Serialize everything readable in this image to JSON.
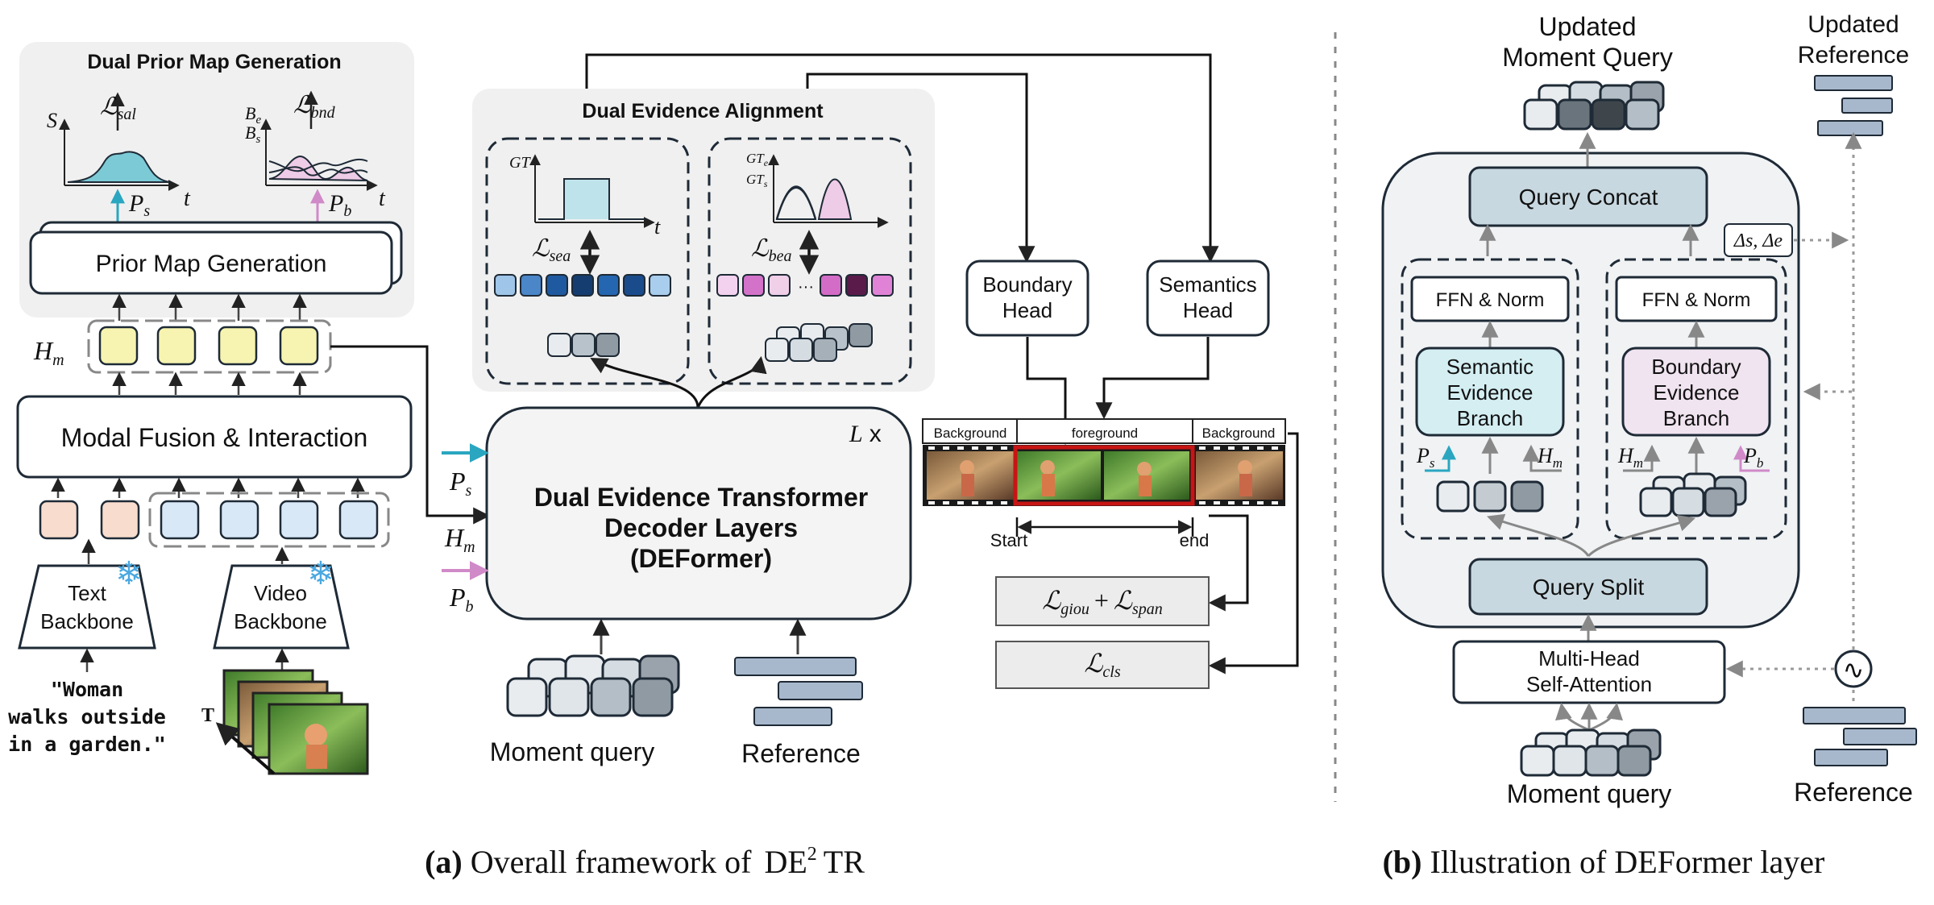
{
  "part_a": {
    "caption_prefix": "(a)",
    "caption_text": "Overall framework of",
    "caption_model_base": "DE",
    "caption_model_sup": "2",
    "caption_model_suffix": "TR",
    "dual_prior": {
      "title": "Dual Prior Map Generation",
      "prior_map_box": "Prior Map Generation",
      "sal_axis_y": "S",
      "sal_loss": "ℒ",
      "sal_loss_sub": "sal",
      "bnd_axis_y_top": "B",
      "bnd_axis_y_top_sub": "e",
      "bnd_axis_y_bot": "B",
      "bnd_axis_y_bot_sub": "s",
      "bnd_loss": "ℒ",
      "bnd_loss_sub": "bnd",
      "axis_t": "t",
      "ps": "P",
      "ps_sub": "s",
      "pb": "P",
      "pb_sub": "b"
    },
    "hm": "H",
    "hm_sub": "m",
    "modal_fusion": "Modal Fusion & Interaction",
    "text_backbone": [
      "Text",
      "Backbone"
    ],
    "video_backbone": [
      "Video",
      "Backbone"
    ],
    "query_text": [
      "\"Woman",
      "walks outside",
      "in a garden.\""
    ],
    "time_label": "T",
    "dual_evidence": {
      "title": "Dual Evidence Alignment",
      "gt": "GT",
      "gt_e": "GT",
      "gt_e_sub": "e",
      "gt_s": "GT",
      "gt_s_sub": "s",
      "sea_loss": "ℒ",
      "sea_loss_sub": "sea",
      "bea_loss": "ℒ",
      "bea_loss_sub": "bea",
      "ellipsis": "···",
      "axis_t": "t"
    },
    "decoder": {
      "lines": [
        "Dual Evidence Transformer",
        "Decoder Layers",
        "(DEFormer)"
      ],
      "repeat": "L",
      "repeat_x": "x"
    },
    "inputs": {
      "ps": "P",
      "ps_sub": "s",
      "hm": "H",
      "hm_sub": "m",
      "pb": "P",
      "pb_sub": "b"
    },
    "moment_query": "Moment query",
    "reference": "Reference",
    "boundary_head": [
      "Boundary",
      "Head"
    ],
    "semantics_head": [
      "Semantics",
      "Head"
    ],
    "film": {
      "bg_left": "Background",
      "fg": "foreground",
      "bg_right": "Background",
      "start": "Start",
      "end": "end"
    },
    "loss_giou": "ℒ",
    "loss_giou_sub": "giou",
    "loss_plus": "+",
    "loss_span": "ℒ",
    "loss_span_sub": "span",
    "loss_cls": "ℒ",
    "loss_cls_sub": "cls"
  },
  "part_b": {
    "caption_prefix": "(b)",
    "caption_text": "Illustration of DEFormer layer",
    "updated_query": [
      "Updated",
      "Moment Query"
    ],
    "updated_reference": [
      "Updated",
      "Reference"
    ],
    "query_concat": "Query Concat",
    "delta": "Δs, Δe",
    "ffn_left": "FFN & Norm",
    "ffn_right": "FFN & Norm",
    "semantic_branch": [
      "Semantic",
      "Evidence",
      "Branch"
    ],
    "boundary_branch": [
      "Boundary",
      "Evidence",
      "Branch"
    ],
    "ps": "P",
    "ps_sub": "s",
    "hm": "H",
    "hm_sub": "m",
    "pb": "P",
    "pb_sub": "b",
    "query_split": "Query Split",
    "mhsa": [
      "Multi-Head",
      "Self-Attention"
    ],
    "moment_query": "Moment query",
    "reference": "Reference",
    "pos_symbol": "∿"
  },
  "colors": {
    "panel_gray": "#f0f0f0",
    "box_border": "#1e2a36",
    "teal": "#2aa6c0",
    "pink": "#d08ac8",
    "yellow": "#f6f4b0",
    "peach": "#f8dccd",
    "lightblue": "#d9e8f6",
    "query_concat": "#c8d8e0",
    "semantic_fill": "#d4eef2",
    "boundary_fill": "#f0e4f0",
    "ref_bar": "#a8b8cc",
    "film_red": "#c81414"
  }
}
